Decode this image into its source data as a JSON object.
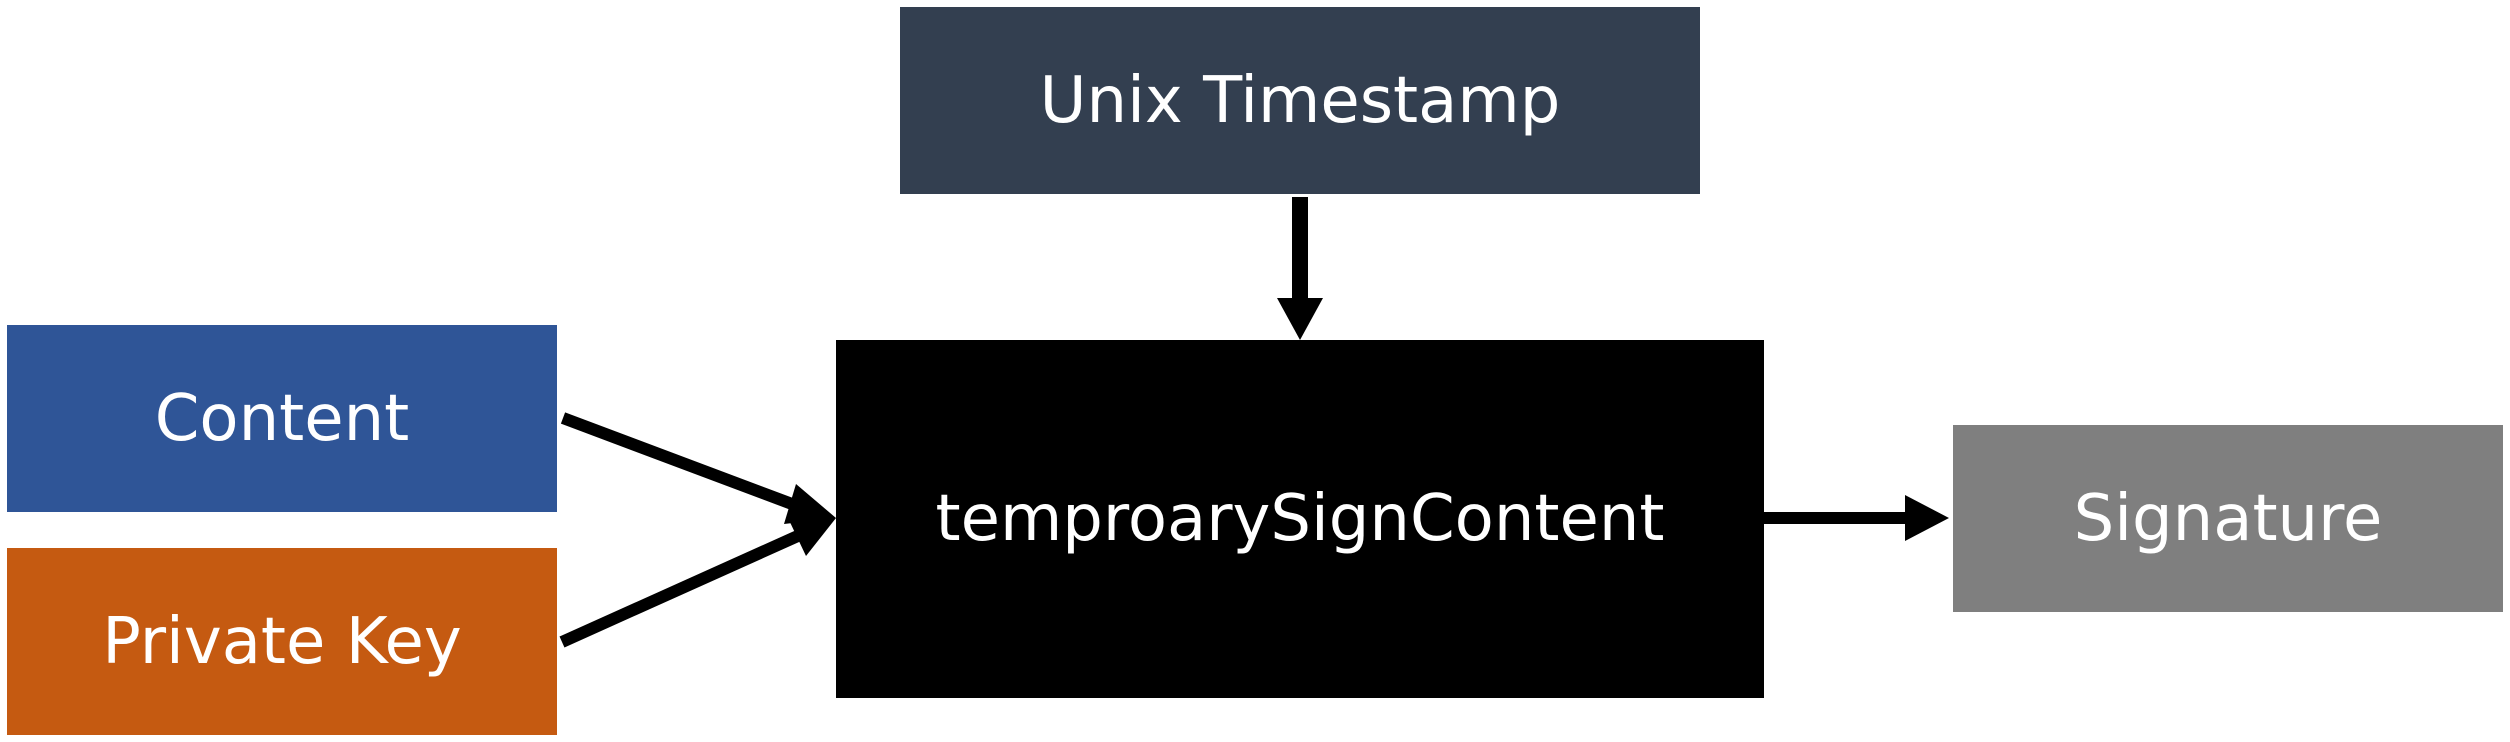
{
  "diagram": {
    "nodes": {
      "unix_timestamp": {
        "label": "Unix Timestamp",
        "color": "#333f50"
      },
      "content": {
        "label": "Content",
        "color": "#2f5597"
      },
      "private_key": {
        "label": "Private Key",
        "color": "#c55a11"
      },
      "temp_sign": {
        "label": "temproarySignContent",
        "color": "#000000"
      },
      "signature": {
        "label": "Signature",
        "color": "#7f7f7f"
      }
    },
    "edges": [
      {
        "from": "unix_timestamp",
        "to": "temp_sign"
      },
      {
        "from": "content",
        "to": "temp_sign"
      },
      {
        "from": "private_key",
        "to": "temp_sign"
      },
      {
        "from": "temp_sign",
        "to": "signature"
      }
    ],
    "edge_color": "#000000"
  }
}
